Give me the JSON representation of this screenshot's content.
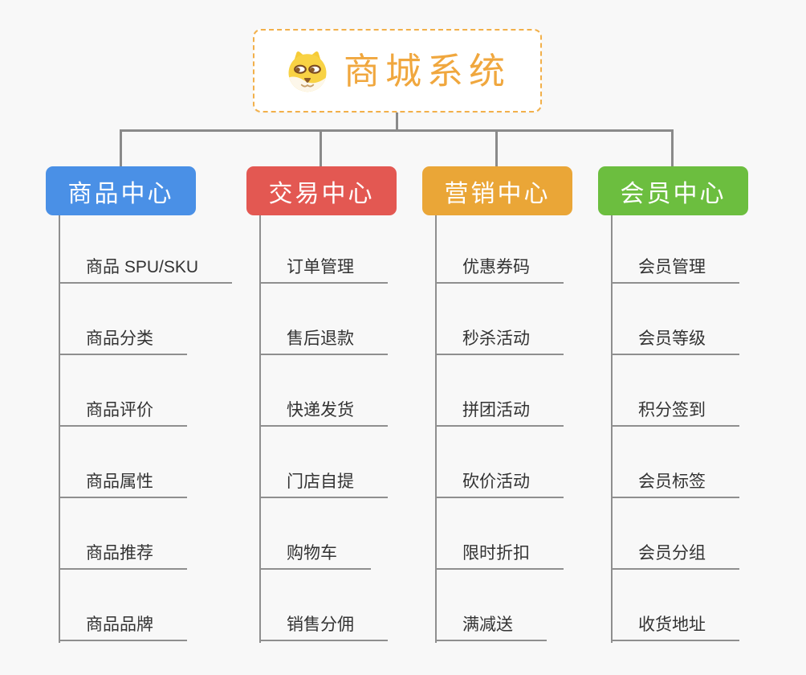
{
  "root": {
    "title": "商城系统",
    "icon": "shiba-dog-icon",
    "title_color": "#f0a73e",
    "border_color": "#f2b04a",
    "background": "#ffffff"
  },
  "connector_color": "#8a8a8a",
  "child_line_color": "#8f8f8f",
  "canvas_background": "#f8f8f8",
  "branches": [
    {
      "label": "商品中心",
      "color": "#4a90e6",
      "text_color": "#ffffff",
      "children": [
        "商品 SPU/SKU",
        "商品分类",
        "商品评价",
        "商品属性",
        "商品推荐",
        "商品品牌"
      ]
    },
    {
      "label": "交易中心",
      "color": "#e35852",
      "text_color": "#ffffff",
      "children": [
        "订单管理",
        "售后退款",
        "快递发货",
        "门店自提",
        "购物车",
        "销售分佣"
      ]
    },
    {
      "label": "营销中心",
      "color": "#eaa637",
      "text_color": "#ffffff",
      "children": [
        "优惠券码",
        "秒杀活动",
        "拼团活动",
        "砍价活动",
        "限时折扣",
        "满减送"
      ]
    },
    {
      "label": "会员中心",
      "color": "#6cbe3f",
      "text_color": "#ffffff",
      "children": [
        "会员管理",
        "会员等级",
        "积分签到",
        "会员标签",
        "会员分组",
        "收货地址"
      ]
    }
  ]
}
